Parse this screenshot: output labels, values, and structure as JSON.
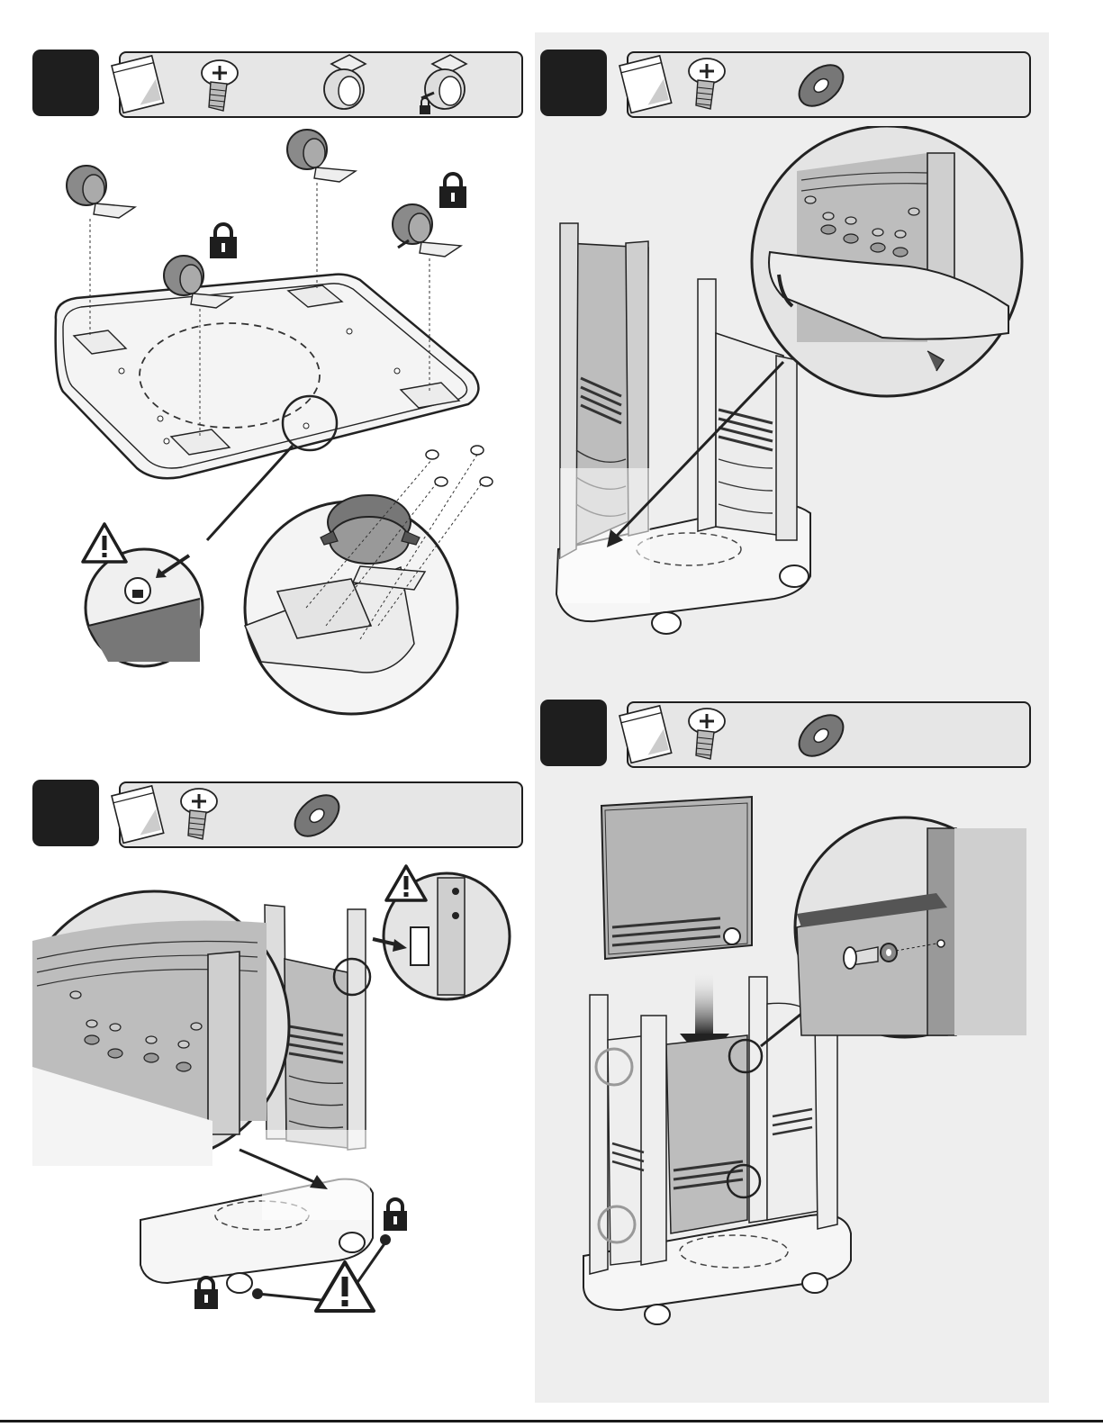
{
  "page": {
    "background": "#ffffff",
    "panel_background": "#eeeeee",
    "ink_color": "#1e1e1e"
  },
  "steps": [
    {
      "position": "top-left",
      "number_label": "",
      "hardware": [
        "hardware-bag-icon",
        "bolt-icon",
        "caster-icon",
        "locking-caster-icon"
      ],
      "callouts": [
        "lock-icon",
        "lock-icon",
        "warning-icon"
      ]
    },
    {
      "position": "top-right",
      "number_label": "",
      "hardware": [
        "hardware-bag-icon",
        "bolt-icon",
        "washer-icon"
      ]
    },
    {
      "position": "bottom-left",
      "number_label": "",
      "hardware": [
        "hardware-bag-icon",
        "bolt-icon",
        "washer-icon"
      ],
      "callouts": [
        "warning-icon",
        "warning-icon",
        "lock-icon",
        "lock-icon"
      ]
    },
    {
      "position": "bottom-right",
      "number_label": "",
      "hardware": [
        "hardware-bag-icon",
        "bolt-icon",
        "washer-icon"
      ]
    }
  ]
}
